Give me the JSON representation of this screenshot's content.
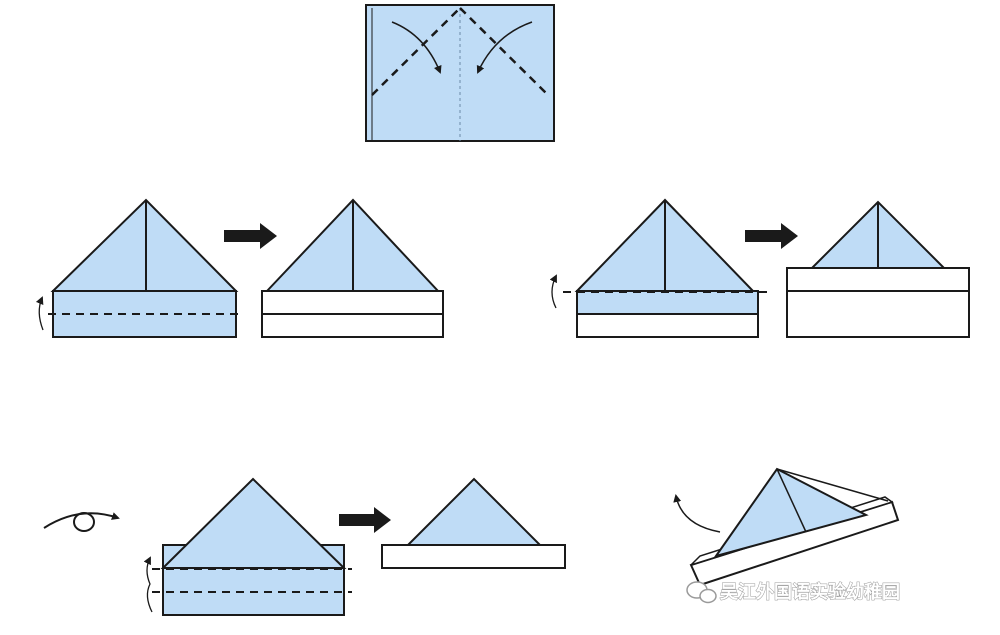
{
  "colors": {
    "paper": "#bfdcf6",
    "outline": "#1a1a1a",
    "white": "#ffffff",
    "watermark": "#9a9a9a"
  },
  "steps": [
    {
      "id": 1,
      "action": "fold-top-corners-down-to-center"
    },
    {
      "id": 2,
      "action": "fold-front-bottom-strip-up"
    },
    {
      "id": 3,
      "action": "fold-strip-up-again"
    },
    {
      "id": 4,
      "action": "turn-over-and-fold-back-strips"
    },
    {
      "id": 5,
      "action": "open-hat"
    }
  ],
  "icons": [
    "arrow-right-icon",
    "flip-over-icon",
    "curved-fold-arrow-icon",
    "wechat-logo-icon"
  ],
  "watermark": {
    "text": "吴江外国语实验幼稚园"
  }
}
